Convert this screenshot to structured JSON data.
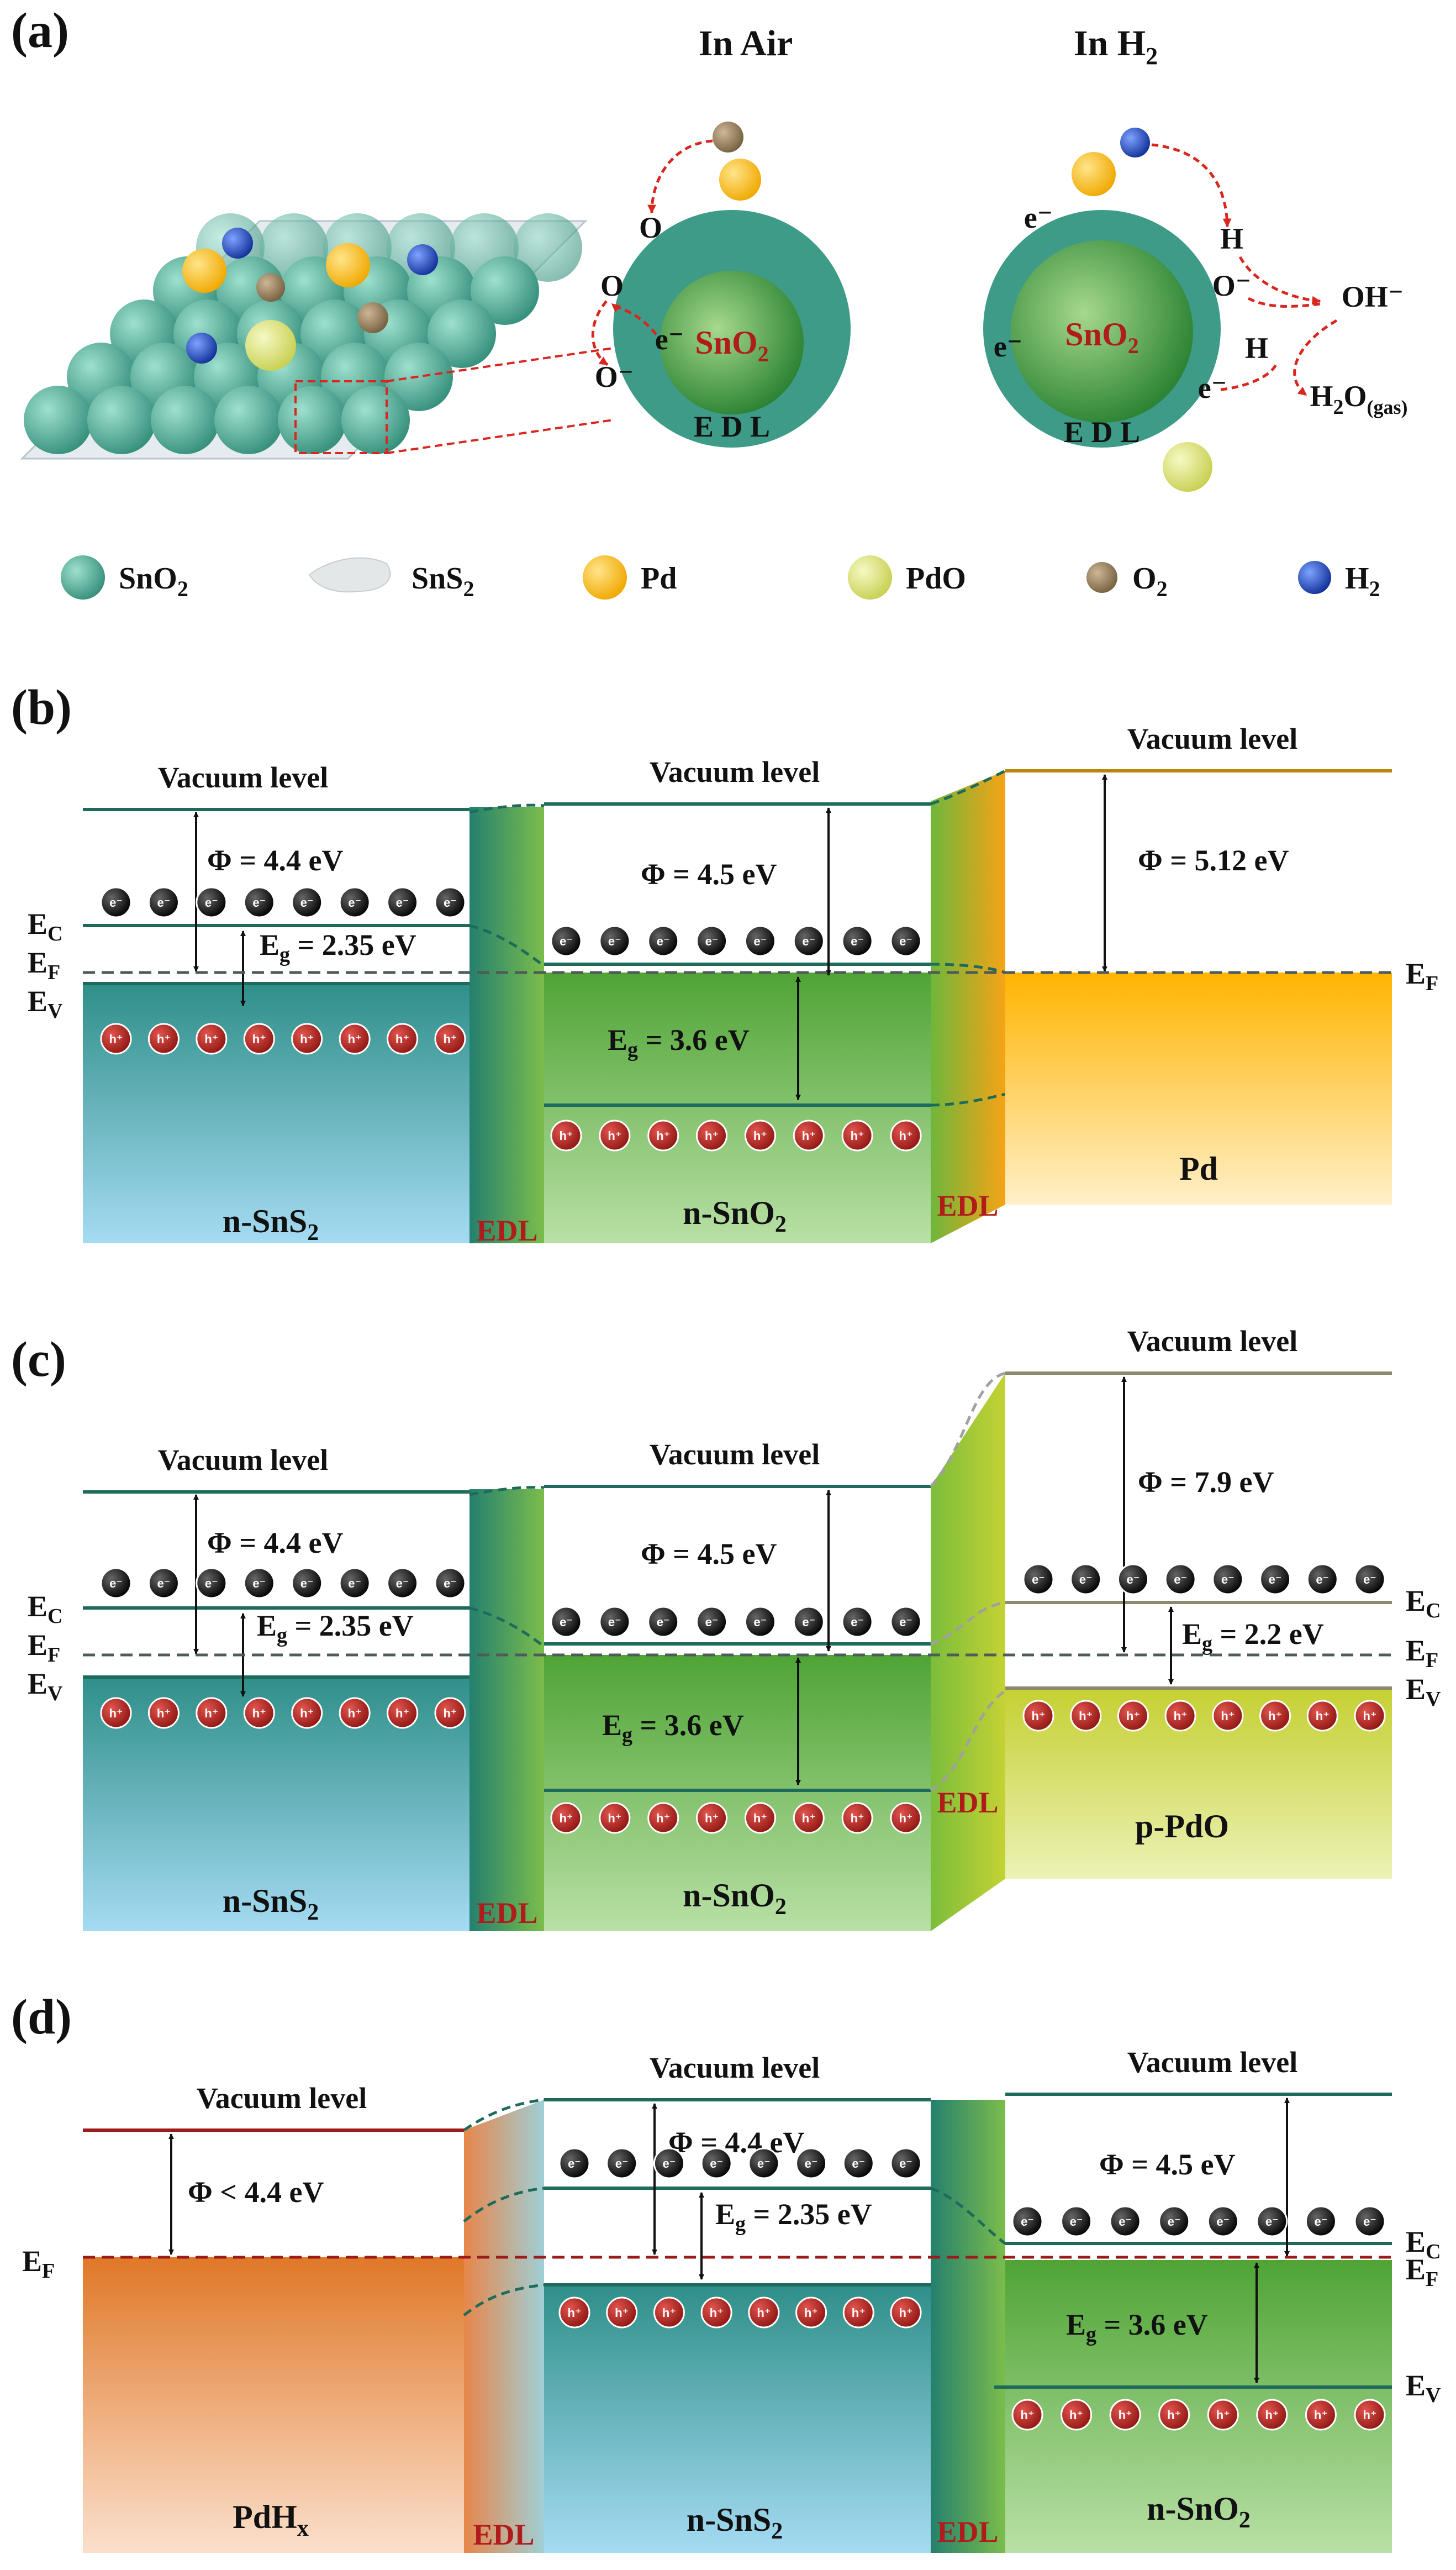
{
  "panels": [
    "(a)",
    "(b)",
    "(c)",
    "(d)"
  ],
  "panel_a": {
    "title_air": "In Air",
    "title_h2_base": "In H",
    "title_h2_sub": "2",
    "core_base": "SnO",
    "core_sub": "2",
    "edl": "E D L",
    "o_label": "O",
    "o_minus": "O⁻",
    "e_minus": "e⁻",
    "h_label": "H",
    "oh_label": "OH⁻",
    "h2o_base": "H",
    "h2o_mid": "2",
    "h2o_end": "O",
    "h2o_sub": "(gas)"
  },
  "legend": [
    {
      "base": "SnO",
      "sub": "2",
      "icon": "sno2-sphere-icon",
      "color": "#3f9e8a"
    },
    {
      "base": "SnS",
      "sub": "2",
      "icon": "sns2-sheet-icon",
      "color": "#e4e7e8"
    },
    {
      "base": "Pd",
      "sub": "",
      "icon": "pd-sphere-icon",
      "color": "#f6b81a"
    },
    {
      "base": "PdO",
      "sub": "",
      "icon": "pdo-sphere-icon",
      "color": "#d9df7a"
    },
    {
      "base": "O",
      "sub": "2",
      "icon": "o2-sphere-icon",
      "color": "#8c7558"
    },
    {
      "base": "H",
      "sub": "2",
      "icon": "h2-sphere-icon",
      "color": "#1d46b8"
    }
  ],
  "common": {
    "vacuum": "Vacuum level",
    "edl": "EDL",
    "ec_base": "E",
    "ec_sub": "C",
    "ef_base": "E",
    "ef_sub": "F",
    "ev_base": "E",
    "ev_sub": "V",
    "eg_base": "E",
    "eg_sub": "g",
    "e_charge": "e⁻",
    "h_charge": "h⁺"
  },
  "panel_b": {
    "sns2_phi": "Φ = 4.4 eV",
    "sns2_eg": " = 2.35 eV",
    "sns2_name": "n-SnS",
    "sns2_sub": "2",
    "sno2_phi": "Φ = 4.5 eV",
    "sno2_eg": " = 3.6 eV",
    "sno2_name": "n-SnO",
    "sno2_sub": "2",
    "pd_phi": "Φ = 5.12 eV",
    "pd_name": "Pd"
  },
  "panel_c": {
    "sns2_phi": "Φ = 4.4 eV",
    "sns2_eg": " = 2.35 eV",
    "sns2_name": "n-SnS",
    "sns2_sub": "2",
    "sno2_phi": "Φ = 4.5 eV",
    "sno2_eg": " = 3.6 eV",
    "sno2_name": "n-SnO",
    "sno2_sub": "2",
    "pdo_phi": "Φ = 7.9 eV",
    "pdo_eg": " = 2.2 eV",
    "pdo_name": "p-PdO"
  },
  "panel_d": {
    "pdh_phi": "Φ < 4.4 eV",
    "pdh_name": "PdH",
    "pdh_sub": "x",
    "sns2_phi": "Φ = 4.4 eV",
    "sns2_eg": " = 2.35 eV",
    "sns2_name": "n-SnS",
    "sns2_sub": "2",
    "sno2_phi": "Φ = 4.5 eV",
    "sno2_eg": " = 3.6 eV",
    "sno2_name": "n-SnO",
    "sno2_sub": "2"
  }
}
